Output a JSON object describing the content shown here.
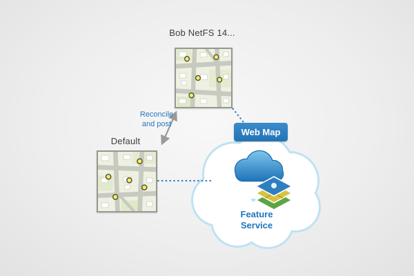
{
  "nodes": {
    "version_map": {
      "label": "Bob NetFS 14..."
    },
    "default_map": {
      "label": "Default"
    },
    "web_map": {
      "label": "Web Map",
      "bg_color": "#2e7fc0",
      "text_color": "#ffffff"
    },
    "feature_service": {
      "label": "Feature Service",
      "text_color": "#1f76bb"
    }
  },
  "edges": {
    "reconcile_post": {
      "label": "Reconcile and post",
      "text_color": "#2478bd",
      "arrow_color": "#9b9b9b"
    },
    "version_to_webmap": {
      "style": "dotted",
      "color": "#2e7fc0"
    },
    "default_to_cloud": {
      "style": "dotted",
      "color": "#2e7fc0"
    }
  },
  "icons": {
    "big_cloud": "cloud-outline-icon",
    "inner_cloud": "cloud-icon",
    "layers": "feature-layers-icon",
    "map_points": "yellow-point-markers"
  },
  "colors": {
    "background": "#ececec",
    "cloud_stroke": "#bfe2f2",
    "map_border": "#979792",
    "point_fill": "#f8ef5f"
  }
}
